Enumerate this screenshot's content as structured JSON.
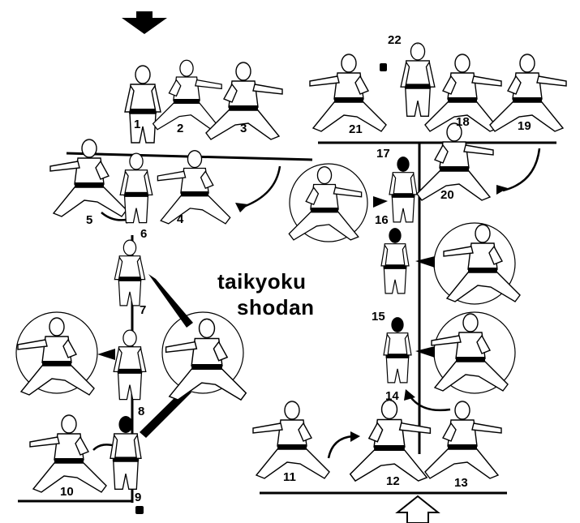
{
  "title": {
    "line1": "taikyoku",
    "line2": "shodan"
  },
  "moves": [
    {
      "id": "1",
      "label": "1"
    },
    {
      "id": "2",
      "label": "2"
    },
    {
      "id": "3",
      "label": "3"
    },
    {
      "id": "4",
      "label": "4"
    },
    {
      "id": "5",
      "label": "5"
    },
    {
      "id": "6",
      "label": "6"
    },
    {
      "id": "7",
      "label": "7"
    },
    {
      "id": "8",
      "label": "8"
    },
    {
      "id": "9",
      "label": "9"
    },
    {
      "id": "10",
      "label": "10"
    },
    {
      "id": "11",
      "label": "11"
    },
    {
      "id": "12",
      "label": "12"
    },
    {
      "id": "13",
      "label": "13"
    },
    {
      "id": "14",
      "label": "14"
    },
    {
      "id": "15",
      "label": "15"
    },
    {
      "id": "16",
      "label": "16"
    },
    {
      "id": "17",
      "label": "17"
    },
    {
      "id": "18",
      "label": "18"
    },
    {
      "id": "19",
      "label": "19"
    },
    {
      "id": "20",
      "label": "20"
    },
    {
      "id": "21",
      "label": "21"
    },
    {
      "id": "22",
      "label": "22"
    }
  ],
  "colors": {
    "ink": "#000000",
    "paper": "#ffffff"
  },
  "icons": {
    "start": "arrow-down-icon",
    "end": "arrow-up-outline-icon"
  }
}
